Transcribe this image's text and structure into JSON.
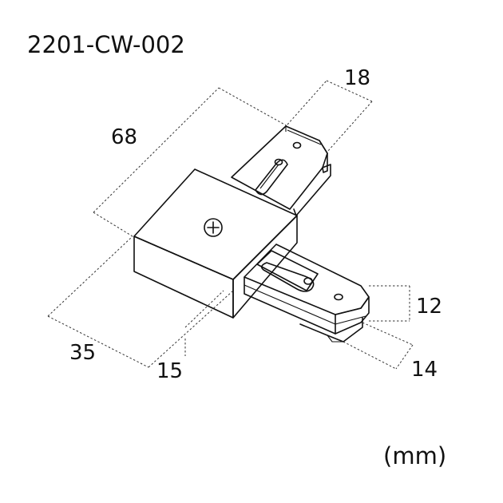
{
  "title": "2201-CW-002",
  "unit": "(mm)",
  "dimensions": {
    "length_68": "68",
    "width_18": "18",
    "height_12": "12",
    "width_14": "14",
    "depth_35": "35",
    "height_15": "15"
  }
}
